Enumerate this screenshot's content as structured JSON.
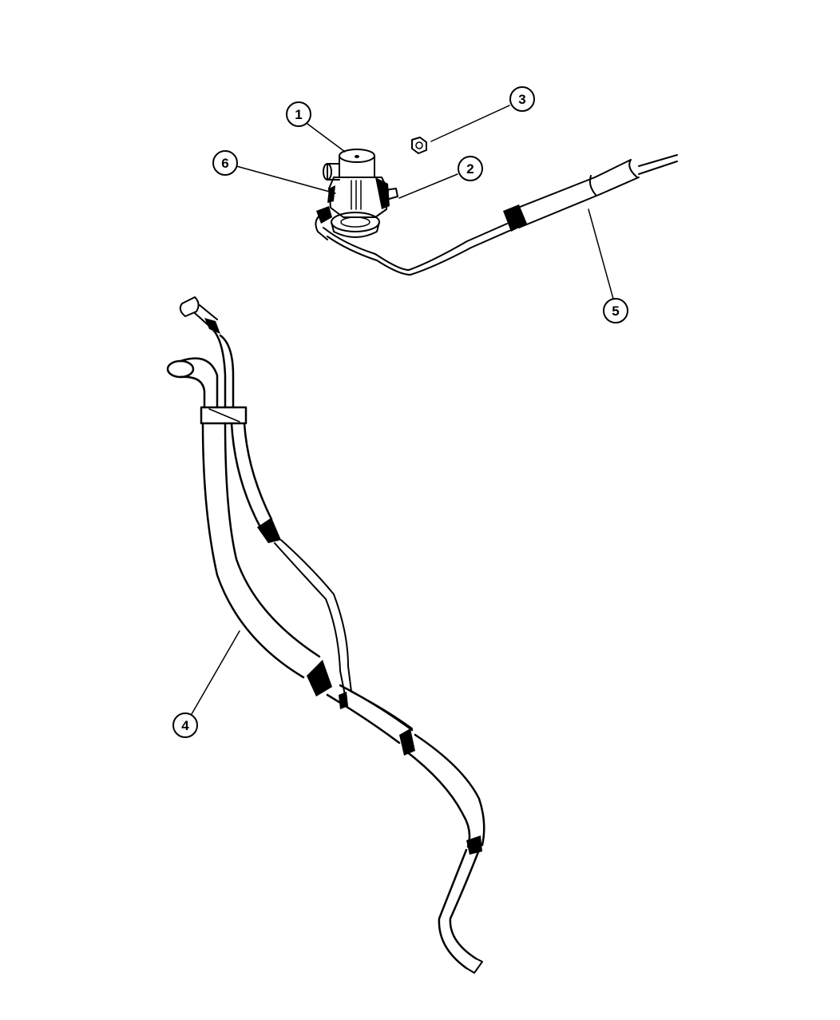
{
  "callouts": [
    {
      "id": "1",
      "label": "1",
      "part": "valve"
    },
    {
      "id": "2",
      "label": "2",
      "part": "connector"
    },
    {
      "id": "3",
      "label": "3",
      "part": "nut"
    },
    {
      "id": "4",
      "label": "4",
      "part": "hose-assembly"
    },
    {
      "id": "5",
      "label": "5",
      "part": "tube"
    },
    {
      "id": "6",
      "label": "6",
      "part": "fitting"
    }
  ],
  "colors": {
    "line": "#000000",
    "background": "#ffffff"
  }
}
